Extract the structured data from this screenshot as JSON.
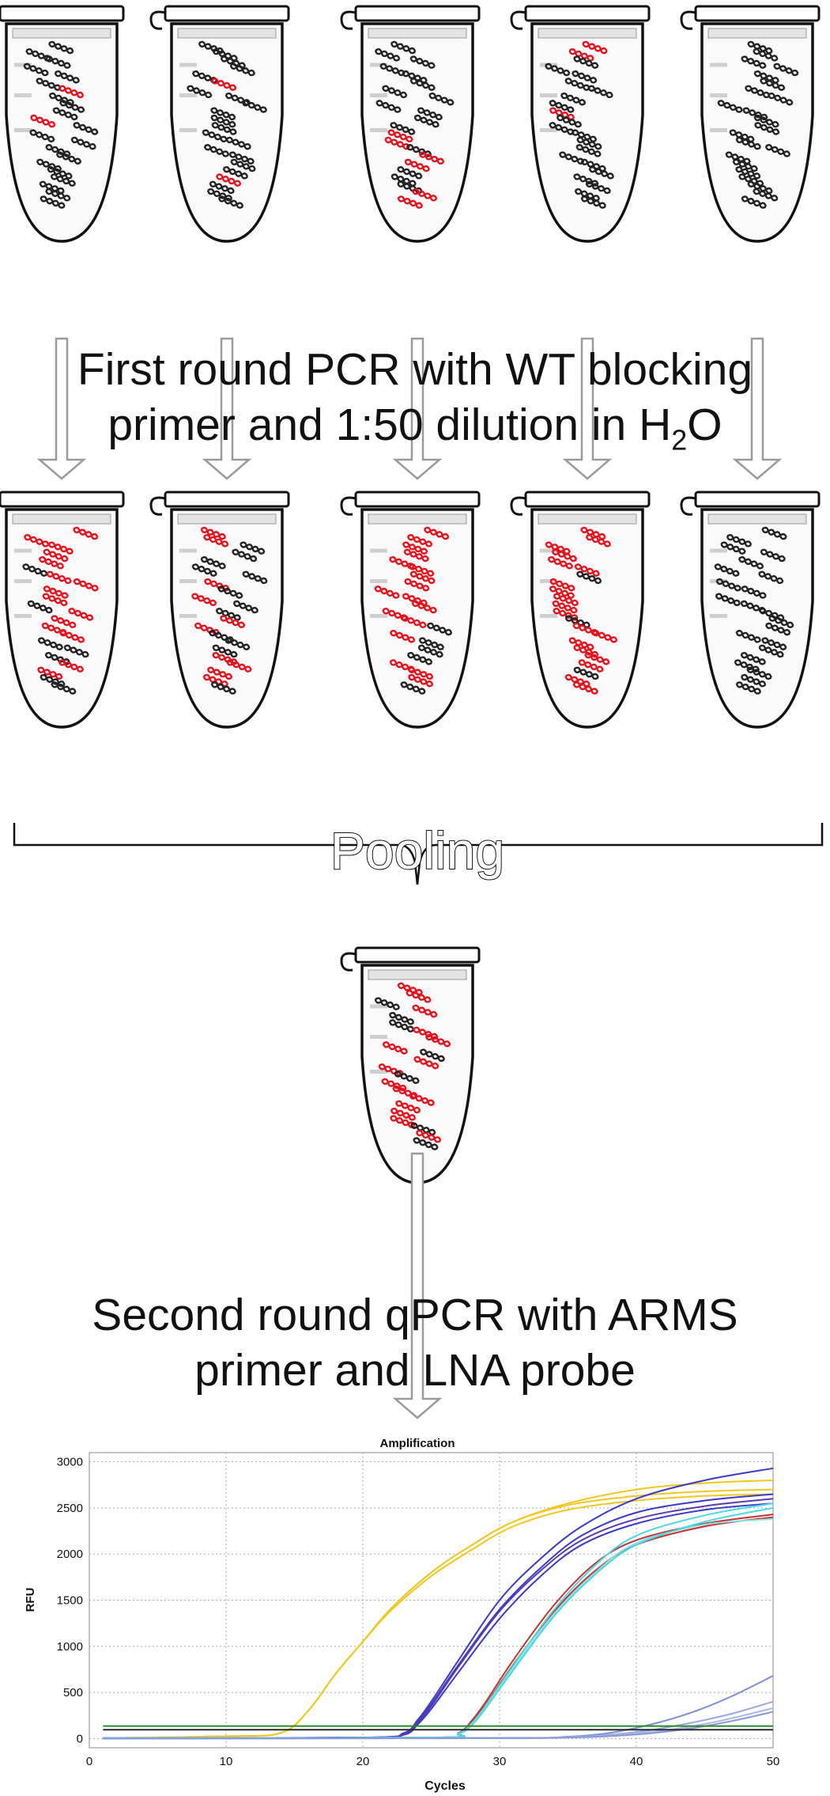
{
  "step1": {
    "line1": "First round PCR with WT blocking",
    "line2a": "primer and 1:50 dilution in H",
    "line2sub": "2",
    "line2b": "O"
  },
  "pooling": {
    "label": "Pooling"
  },
  "step2": {
    "line1": "Second round qPCR with ARMS",
    "line2": "primer and LNA probe"
  },
  "colors": {
    "wt_dna": "#222222",
    "mutant_dna": "#e8101b",
    "tube_outline": "#111111",
    "arrow": "#9a9a9a"
  },
  "tubes": {
    "row1": [
      {
        "id": "t1",
        "mutant_fraction": 0.12
      },
      {
        "id": "t2",
        "mutant_fraction": 0.1
      },
      {
        "id": "t3",
        "mutant_fraction": 0.15
      },
      {
        "id": "t4",
        "mutant_fraction": 0.12
      },
      {
        "id": "t5",
        "mutant_fraction": 0.0
      }
    ],
    "row2": [
      {
        "id": "t1",
        "mutant_fraction": 0.6
      },
      {
        "id": "t2",
        "mutant_fraction": 0.45
      },
      {
        "id": "t3",
        "mutant_fraction": 0.75
      },
      {
        "id": "t4",
        "mutant_fraction": 0.8
      },
      {
        "id": "t5",
        "mutant_fraction": 0.0
      }
    ],
    "pooled": {
      "mutant_fraction": 0.6
    }
  },
  "chart_data": {
    "type": "line",
    "title": "Amplification",
    "xlabel": "Cycles",
    "ylabel": "RFU",
    "xlim": [
      0,
      50
    ],
    "ylim": [
      -100,
      3100
    ],
    "xticks": [
      0,
      10,
      20,
      30,
      40,
      50
    ],
    "yticks": [
      0,
      500,
      1000,
      1500,
      2000,
      2500,
      3000
    ],
    "grid": true,
    "series": [
      {
        "color": "#f2c81e",
        "x": [
          1,
          10,
          14,
          16,
          18,
          20,
          22,
          25,
          28,
          31,
          35,
          40,
          45,
          50
        ],
        "y": [
          5,
          25,
          60,
          300,
          700,
          1050,
          1400,
          1800,
          2100,
          2350,
          2550,
          2700,
          2770,
          2800
        ]
      },
      {
        "color": "#f2c81e",
        "x": [
          1,
          10,
          14,
          16,
          18,
          20,
          22,
          25,
          28,
          31,
          35,
          40,
          45,
          50
        ],
        "y": [
          5,
          25,
          60,
          300,
          700,
          1050,
          1400,
          1800,
          2100,
          2350,
          2530,
          2630,
          2680,
          2700
        ]
      },
      {
        "color": "#f2c81e",
        "x": [
          1,
          10,
          14,
          16,
          18,
          20,
          22,
          25,
          28,
          31,
          35,
          40,
          45,
          50
        ],
        "y": [
          5,
          25,
          60,
          300,
          700,
          1050,
          1380,
          1760,
          2050,
          2300,
          2480,
          2580,
          2630,
          2650
        ]
      },
      {
        "color": "#3a3acb",
        "x": [
          1,
          20,
          23,
          24,
          25,
          27,
          30,
          33,
          36,
          40,
          45,
          50
        ],
        "y": [
          5,
          10,
          60,
          200,
          400,
          850,
          1500,
          1950,
          2300,
          2600,
          2800,
          2930
        ]
      },
      {
        "color": "#3a3acb",
        "x": [
          1,
          20,
          23,
          24,
          25,
          27,
          30,
          33,
          36,
          40,
          45,
          50
        ],
        "y": [
          5,
          10,
          50,
          180,
          370,
          800,
          1400,
          1850,
          2200,
          2450,
          2580,
          2650
        ]
      },
      {
        "color": "#5a3ab0",
        "x": [
          1,
          20,
          23,
          24,
          25,
          27,
          30,
          33,
          36,
          40,
          45,
          50
        ],
        "y": [
          5,
          10,
          50,
          170,
          350,
          780,
          1380,
          1820,
          2150,
          2380,
          2520,
          2600
        ]
      },
      {
        "color": "#3a3acb",
        "x": [
          1,
          20,
          23,
          24,
          25,
          27,
          30,
          33,
          36,
          40,
          45,
          50
        ],
        "y": [
          5,
          10,
          40,
          150,
          320,
          720,
          1300,
          1760,
          2100,
          2330,
          2480,
          2550
        ]
      },
      {
        "color": "#c83232",
        "x": [
          1,
          25,
          27,
          28,
          29,
          31,
          34,
          37,
          40,
          45,
          50
        ],
        "y": [
          5,
          10,
          60,
          200,
          400,
          850,
          1450,
          1900,
          2150,
          2330,
          2430
        ]
      },
      {
        "color": "#c83232",
        "x": [
          1,
          25,
          27,
          28,
          29,
          31,
          34,
          37,
          40,
          45,
          50
        ],
        "y": [
          5,
          10,
          55,
          180,
          370,
          800,
          1380,
          1820,
          2100,
          2300,
          2400
        ]
      },
      {
        "color": "#4ad9e0",
        "x": [
          1,
          25,
          27,
          28,
          29,
          31,
          34,
          37,
          40,
          45,
          50
        ],
        "y": [
          5,
          10,
          55,
          170,
          360,
          790,
          1400,
          1880,
          2200,
          2420,
          2550
        ]
      },
      {
        "color": "#7fe6ea",
        "x": [
          1,
          25,
          27,
          28,
          29,
          31,
          34,
          37,
          40,
          45,
          50
        ],
        "y": [
          5,
          10,
          50,
          160,
          340,
          760,
          1350,
          1800,
          2120,
          2320,
          2380
        ]
      },
      {
        "color": "#4ad9e0",
        "x": [
          1,
          25,
          27,
          28,
          29,
          31,
          34,
          37,
          40,
          45,
          50
        ],
        "y": [
          5,
          10,
          50,
          150,
          330,
          740,
          1330,
          1780,
          2100,
          2350,
          2500
        ]
      },
      {
        "color": "#7a8fd8",
        "x": [
          1,
          30,
          35,
          38,
          41,
          44,
          47,
          50
        ],
        "y": [
          0,
          5,
          20,
          60,
          150,
          280,
          460,
          680
        ]
      },
      {
        "color": "#9aa8e0",
        "x": [
          1,
          30,
          35,
          38,
          41,
          44,
          47,
          50
        ],
        "y": [
          0,
          5,
          15,
          40,
          90,
          170,
          270,
          400
        ]
      },
      {
        "color": "#a9b6e6",
        "x": [
          1,
          30,
          35,
          38,
          41,
          44,
          47,
          50
        ],
        "y": [
          0,
          5,
          12,
          30,
          70,
          130,
          220,
          330
        ]
      },
      {
        "color": "#8896dc",
        "x": [
          1,
          30,
          35,
          38,
          41,
          44,
          47,
          50
        ],
        "y": [
          0,
          5,
          10,
          25,
          55,
          110,
          190,
          290
        ]
      },
      {
        "color": "#2a8a2a",
        "x": [
          1,
          50
        ],
        "y": [
          135,
          135
        ]
      },
      {
        "color": "#2a2a2a",
        "x": [
          1,
          50
        ],
        "y": [
          95,
          95
        ]
      }
    ]
  }
}
